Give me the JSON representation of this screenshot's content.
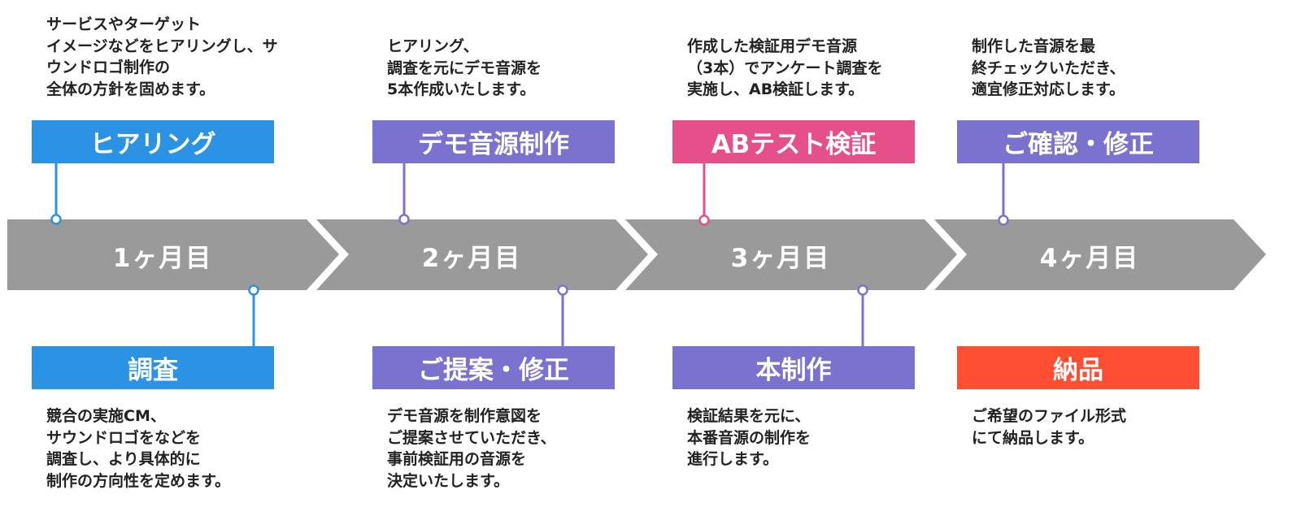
{
  "colors": {
    "arrow": "#9a9a9a",
    "blue": "#2b92e4",
    "purple": "#7b72cf",
    "pink": "#e5508a",
    "orange": "#ff4f33"
  },
  "months": [
    "1ヶ月目",
    "2ヶ月目",
    "3ヶ月目",
    "4ヶ月目"
  ],
  "steps_top": [
    {
      "label": "ヒアリング",
      "color": "#2b92e4",
      "desc": "サービスやターゲット\nイメージなどをヒアリングし、サ\nウンドロゴ制作の\n全体の方針を固めます。"
    },
    {
      "label": "デモ音源制作",
      "color": "#7b72cf",
      "desc": "ヒアリング、\n調査を元にデモ音源を\n5本作成いたします。"
    },
    {
      "label": "ABテスト検証",
      "color": "#e5508a",
      "desc": "作成した検証用デモ音源\n（3本）でアンケート調査を\n実施し、AB検証します。"
    },
    {
      "label": "ご確認・修正",
      "color": "#7b72cf",
      "desc": "制作した音源を最\n終チェックいただき、\n適宜修正対応します。"
    }
  ],
  "steps_bottom": [
    {
      "label": "調査",
      "color": "#2b92e4",
      "desc": "競合の実施CM、\nサウンドロゴをなどを\n調査し、より具体的に\n制作の方向性を定めます。"
    },
    {
      "label": "ご提案・修正",
      "color": "#7b72cf",
      "desc": "デモ音源を制作意図を\nご提案させていただき、\n事前検証用の音源を\n決定いたします。"
    },
    {
      "label": "本制作",
      "color": "#7b72cf",
      "desc": "検証結果を元に、\n本番音源の制作を\n進行します。"
    },
    {
      "label": "納品",
      "color": "#ff4f33",
      "desc": "ご希望のファイル形式\nにて納品します。"
    }
  ]
}
